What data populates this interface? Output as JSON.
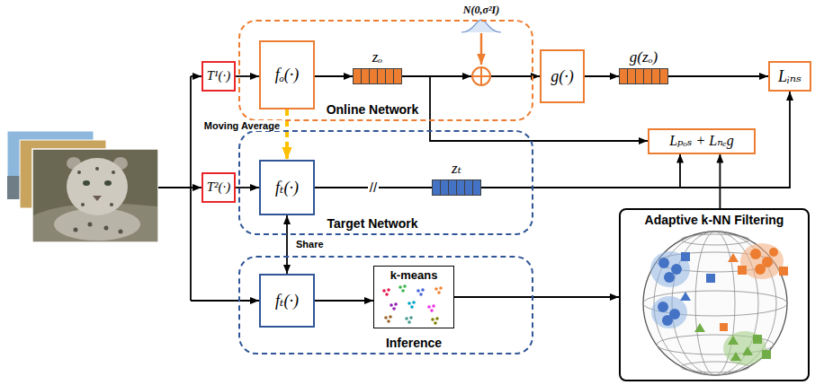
{
  "diagram": {
    "nodes": [
      {
        "text": [
          "T¹(·)"
        ]
      },
      {
        "text": [
          "Online Network"
        ]
      },
      {
        "text": [
          "fₒ(·)"
        ],
        "in": 1
      },
      {
        "text": [
          "zₒ"
        ],
        "in": 1
      },
      {
        "text": [
          "N(0,σ²I)"
        ],
        "in": 1
      },
      {
        "text": [
          "g(·)"
        ]
      },
      {
        "text": [
          "g(zₒ)"
        ]
      },
      {
        "text": [
          "Lᵢₙₛ"
        ]
      },
      {
        "text": [
          "T²(·)"
        ]
      },
      {
        "text": [
          "Target Network"
        ]
      },
      {
        "text": [
          "fₜ(·)"
        ],
        "in": 9
      },
      {
        "text": [
          "zₜ"
        ],
        "in": 9
      },
      {
        "text": [
          "Lₚₒₛ + Lₙₑg"
        ]
      },
      {
        "text": [
          "Inference"
        ]
      },
      {
        "text": [
          "fₜ(·)"
        ],
        "in": 13
      },
      {
        "text": [
          "k-means"
        ],
        "in": 13
      },
      {
        "text": [
          "Adaptive k-NN Filtering"
        ]
      }
    ],
    "edges": [
      {
        "from": 0,
        "to": 2,
        "arrow": "to"
      },
      {
        "from": 2,
        "to": 3,
        "arrow": "to"
      },
      {
        "from": 3,
        "to": 4,
        "arrow": "to"
      },
      {
        "from": 3,
        "to": 12,
        "arrow": "to"
      },
      {
        "from": 4,
        "to": 5,
        "arrow": "to"
      },
      {
        "from": 5,
        "to": 6,
        "arrow": "to"
      },
      {
        "from": 6,
        "to": 7,
        "arrow": "to"
      },
      {
        "from": 2,
        "to": 10,
        "label": "Moving Average",
        "arrow": "to"
      },
      {
        "from": 8,
        "to": 10,
        "arrow": "to"
      },
      {
        "from": 10,
        "to": 11,
        "label": "//",
        "arrow": "none"
      },
      {
        "from": 10,
        "to": 14,
        "label": "Share",
        "arrow": "both"
      },
      {
        "from": 11,
        "to": 7,
        "arrow": "to"
      },
      {
        "from": 11,
        "to": 12,
        "arrow": "to"
      },
      {
        "from": 16,
        "to": 12,
        "arrow": "to"
      },
      {
        "from": 14,
        "to": 15,
        "arrow": "to"
      },
      {
        "from": 15,
        "to": 16,
        "arrow": "to"
      }
    ]
  }
}
